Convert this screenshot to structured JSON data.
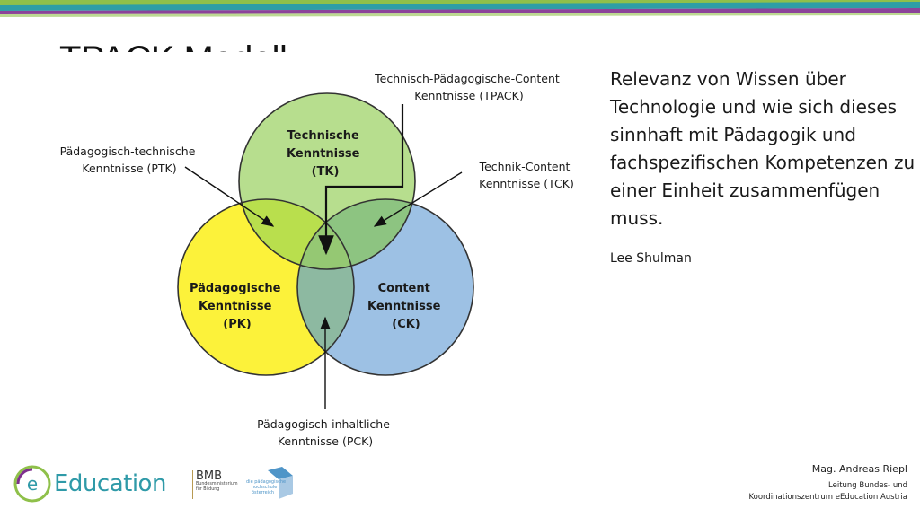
{
  "slide": {
    "title": "TPACK Modell",
    "quote": "Relevanz von Wissen über Technologie und wie sich dieses sinnhaft mit Pädagogik und fachspezifischen Kompetenzen zu einer Einheit zusammenfügen muss.",
    "author": "Lee Shulman"
  },
  "diagram": {
    "circles": [
      {
        "label_lines": [
          "Technische",
          "Kenntnisse",
          "(TK)"
        ],
        "color": "#b7de8e"
      },
      {
        "label_lines": [
          "Pädagogische",
          "Kenntnisse",
          "(PK)"
        ],
        "color": "#fcf23a"
      },
      {
        "label_lines": [
          "Content",
          "Kenntnisse",
          "(CK)"
        ],
        "color": "#9dc1e4"
      }
    ],
    "callouts": {
      "tpack": [
        "Technisch-Pädagogische-Content",
        "Kenntnisse (TPACK)"
      ],
      "ptk": [
        "Pädagogisch-technische",
        "Kenntnisse (PTK)"
      ],
      "tck": [
        "Technik-Content",
        "Kenntnisse (TCK)"
      ],
      "pck": [
        "Pädagogisch-inhaltliche",
        "Kenntnisse (PCK)"
      ]
    }
  },
  "footer": {
    "logo_text": "Education",
    "logo_mark_letter": "e",
    "bmb_title": "BMB",
    "bmb_sub": [
      "Bundesministerium",
      "für Bildung"
    ],
    "ph_text": [
      "die pädagogische",
      "hochschule",
      "österreich"
    ],
    "presenter_name": "Mag. Andreas Riepl",
    "presenter_role_lines": [
      "Leitung Bundes- und",
      "Koordinationszentrum eEducation Austria"
    ]
  },
  "colors": {
    "stripe_top": "#2e9ea6",
    "stripe_mid": "#8fc04a",
    "stripe_bottom": "#7e2f8e",
    "overlap_tk_pk": "#b9df4d",
    "overlap_tk_ck": "#8dc481",
    "overlap_pk_ck": "#8db9a1",
    "overlap_center": "#95c873",
    "brand": "#2f9aa8"
  }
}
